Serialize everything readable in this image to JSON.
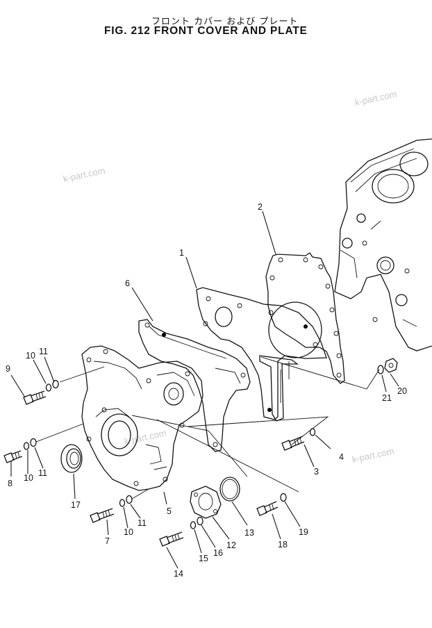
{
  "header": {
    "subtitle_jp": "フロント カバー および プレート",
    "title": "FIG. 212  FRONT COVER AND PLATE"
  },
  "watermarks": [
    "k-part.com",
    "k-part.com",
    "k-part.com",
    "k-part.com"
  ],
  "callouts": [
    "1",
    "2",
    "3",
    "4",
    "5",
    "6",
    "7",
    "8",
    "9",
    "10",
    "10",
    "10",
    "11",
    "11",
    "11",
    "12",
    "13",
    "14",
    "15",
    "16",
    "17",
    "18",
    "19",
    "20",
    "21"
  ]
}
